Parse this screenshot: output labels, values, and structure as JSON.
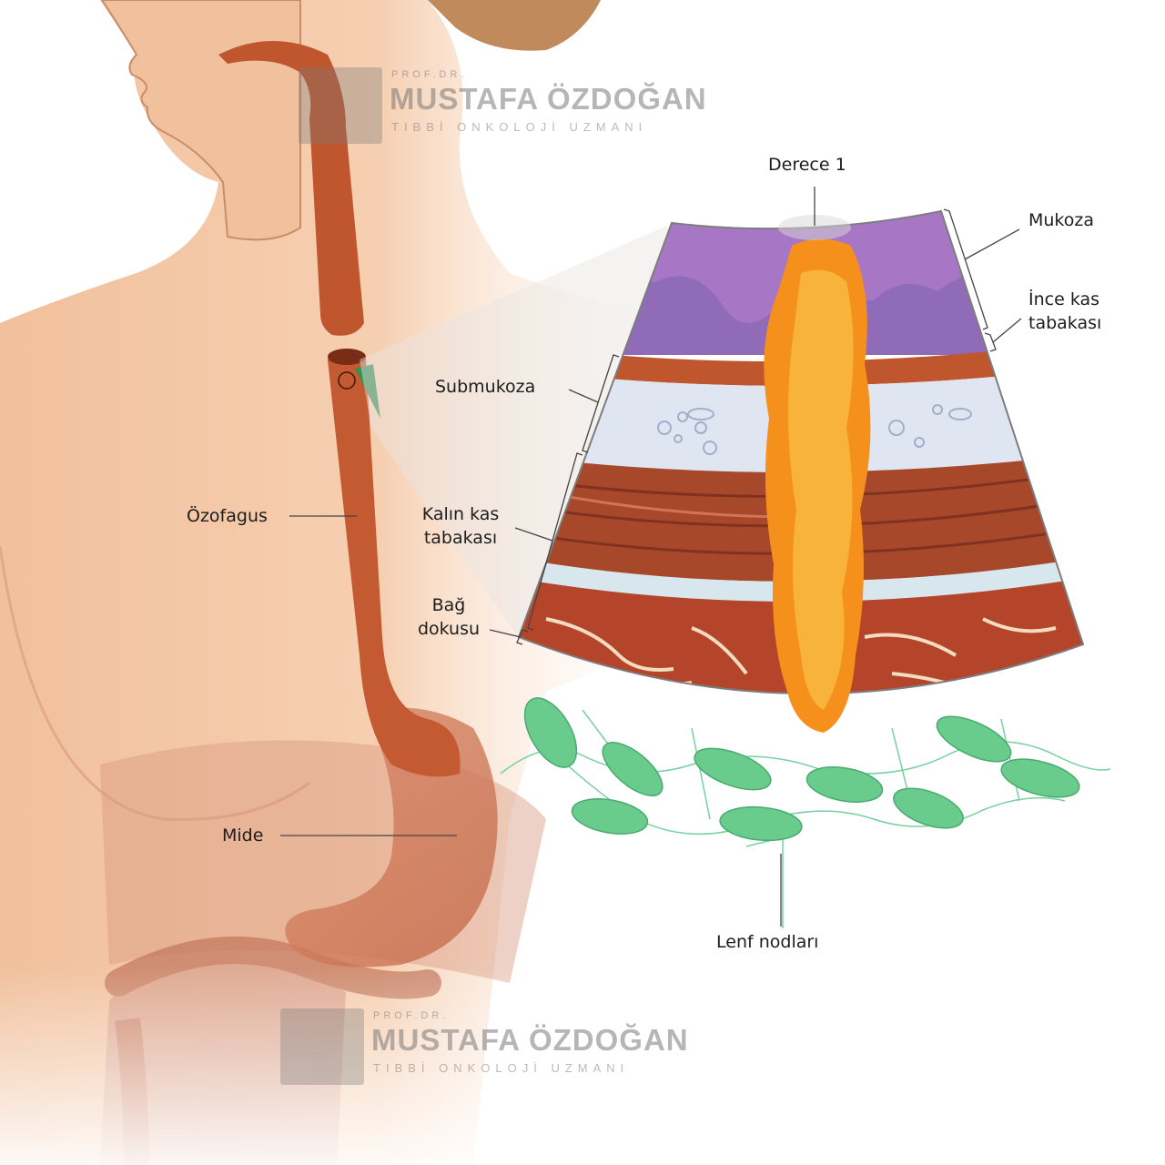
{
  "labels": {
    "derece": "Derece 1",
    "mukoza": "Mukoza",
    "ince_kas": "İnce kas tabakası",
    "submukoza": "Submukoza",
    "kalin_kas": "Kalın kas tabakası",
    "bag_dokusu": "Bağ dokusu",
    "ozofagus": "Özofagus",
    "mide": "Mide",
    "lenf": "Lenf nodları"
  },
  "watermark": {
    "prefix": "PROF.DR.",
    "name": "MUSTAFA ÖZDOĞAN",
    "subtitle": "TIBBİ ONKOLOJİ UZMANI"
  },
  "colors": {
    "skin": "#f3c5a3",
    "esophagus": "#c0562e",
    "mucosa": "#a776c4",
    "submucosa": "#dfe6f1",
    "muscle": "#a8482a",
    "tumor": "#f7951c",
    "lymph": "#69cc8d"
  }
}
